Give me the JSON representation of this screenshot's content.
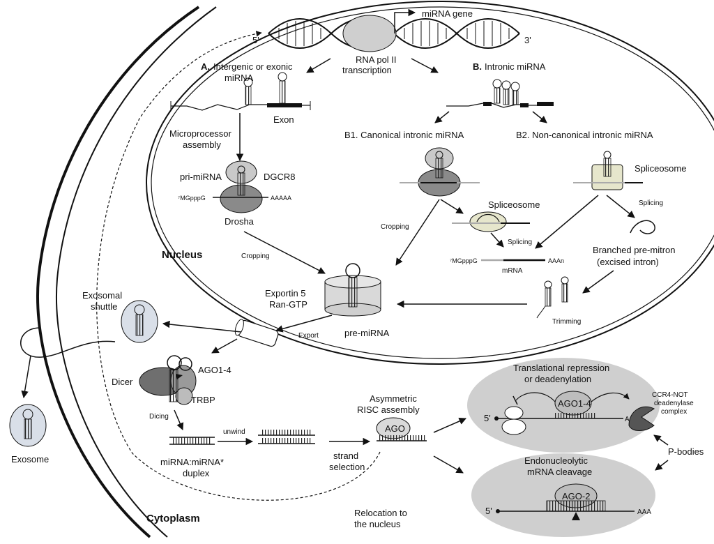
{
  "labels": {
    "mirna_gene": "miRNA gene",
    "five_prime": "5'",
    "three_prime": "3'",
    "rna_pol_1": "RNA pol II",
    "rna_pol_2": "transcription",
    "a_letter": "A.",
    "a_text_1": "Intergenic or exonic",
    "a_text_2": "miRNA",
    "b_letter": "B.",
    "b_text": "Intronic miRNA",
    "exon": "Exon",
    "b1": "B1. Canonical intronic miRNA",
    "b2": "B2. Non-canonical intronic miRNA",
    "microprocessor_1": "Microprocessor",
    "microprocessor_2": "assembly",
    "pri_mirna": "pri-miRNA",
    "dgcr8": "DGCR8",
    "cap_left": "⁷MGpppG",
    "polya_left": "AAAAA",
    "drosha": "Drosha",
    "spliceosome_right": "Spliceosome",
    "splicing_right": "Splicing",
    "spliceosome_mid": "Spliceosome",
    "cropping_mid": "Cropping",
    "splicing_mid": "Splicing",
    "cap_mid": "⁷MGpppG",
    "polya_mid": "AAAn",
    "mrna": "mRNA",
    "branched_1": "Branched pre-mitron",
    "branched_2": "(excised intron)",
    "nucleus": "Nucleus",
    "cropping_left": "Cropping",
    "exportin_1": "Exportin 5",
    "exportin_2": "Ran-GTP",
    "pre_mirna": "pre-miRNA",
    "trimming": "Trimming",
    "exosomal_1": "Exosomal",
    "exosomal_2": "shuttle",
    "export": "Export",
    "exosome": "Exosome",
    "dicer": "Dicer",
    "ago14": "AGO1-4",
    "trbp": "TRBP",
    "dicing": "Dicing",
    "unwind": "unwind",
    "duplex_1": "miRNA:miRNA*",
    "duplex_2": "duplex",
    "asym_1": "Asymmetric",
    "asym_2": "RISC assembly",
    "ago": "AGO",
    "strand_1": "strand",
    "strand_2": "selection",
    "relocation_1": "Relocation to",
    "relocation_2": "the nucleus",
    "cytoplasm": "Cytoplasm",
    "trans_1": "Translational repression",
    "trans_2": "or deadenylation",
    "ago14_b": "AGO1-4",
    "ccr4_1": "CCR4-NOT",
    "ccr4_2": "deadenylase",
    "ccr4_3": "complex",
    "five_a": "5'",
    "aaa_a": "AAA",
    "pbodies": "P-bodies",
    "endo_1": "Endonucleolytic",
    "endo_2": "mRNA cleavage",
    "ago2": "AGO-2",
    "five_b": "5'",
    "aaa_b": "AAA"
  }
}
